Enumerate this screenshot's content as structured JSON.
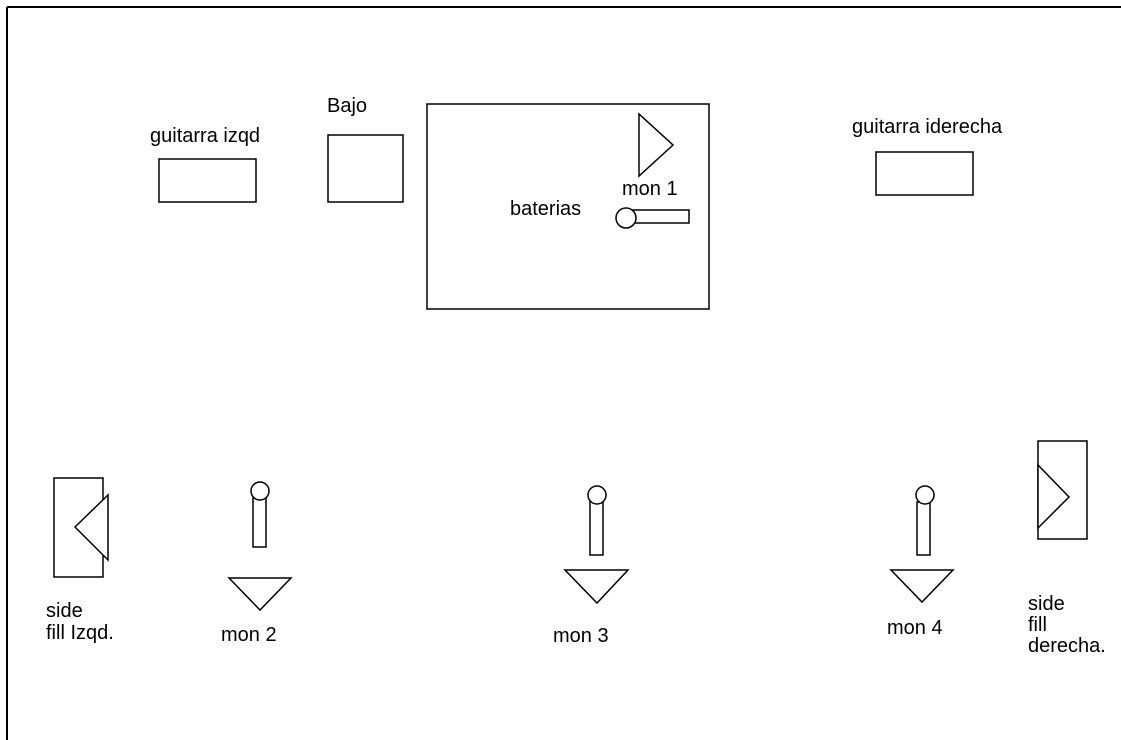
{
  "colors": {
    "background": "#ffffff",
    "stroke": "#000000"
  },
  "labels": {
    "guitarra_izqd": "guitarra izqd",
    "bajo": "Bajo",
    "baterias": "baterias",
    "mon1": "mon 1",
    "guitarra_derecha": "guitarra iderecha",
    "mon2": "mon 2",
    "mon3": "mon 3",
    "mon4": "mon 4",
    "side_fill_izqd": [
      "side",
      "fill Izqd."
    ],
    "side_fill_derecha": [
      "side",
      "fill",
      "derecha."
    ]
  }
}
